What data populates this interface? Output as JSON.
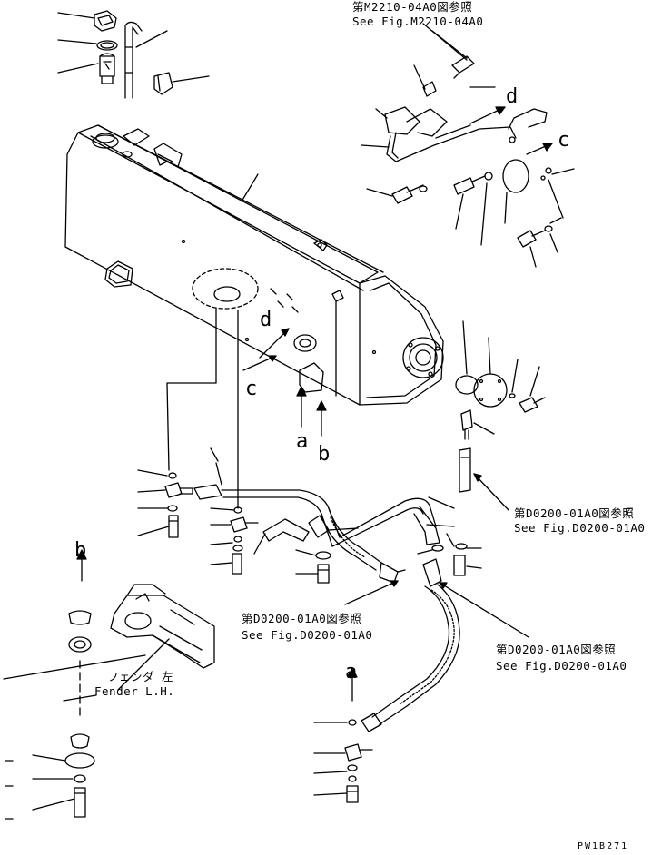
{
  "references": {
    "m2210_jp": "第M2210-04A0図参照",
    "m2210_en": "See Fig.M2210-04A0",
    "d0200_right_jp": "第D0200-01A0図参照",
    "d0200_right_en": "See Fig.D0200-01A0",
    "d0200_center_jp": "第D0200-01A0図参照",
    "d0200_center_en": "See Fig.D0200-01A0",
    "d0200_lower_jp": "第D0200-01A0図参照",
    "d0200_lower_en": "See Fig.D0200-01A0"
  },
  "fender": {
    "jp": "フェンダ 左",
    "en": "Fender L.H."
  },
  "view_letters": {
    "a": "a",
    "b": "b",
    "c": "c",
    "d": "d"
  },
  "page_code": "PW1B271"
}
